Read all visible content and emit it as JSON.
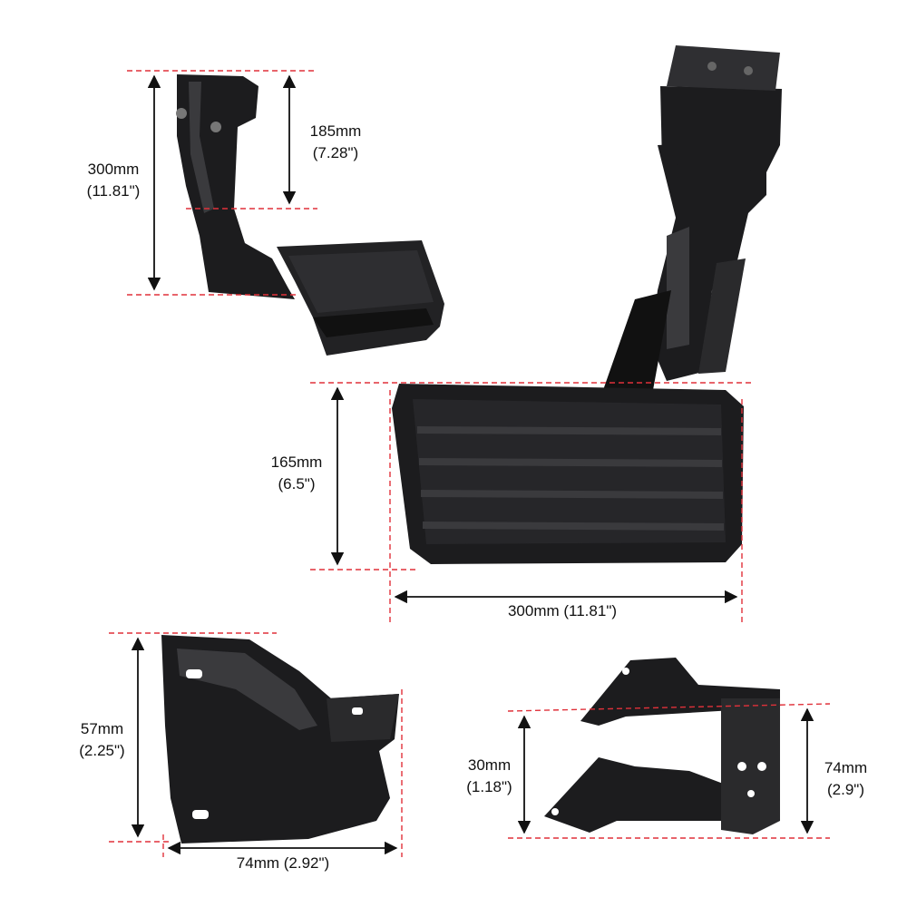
{
  "colors": {
    "guide_line": "#e0313a",
    "dimension_arrow": "#111111",
    "product": "#1c1c1e",
    "product_highlight": "#3a3a3d",
    "background": "#ffffff"
  },
  "dimensions": {
    "assembly_height": {
      "mm": "300mm",
      "in": "(11.81\")"
    },
    "bracket_height": {
      "mm": "185mm",
      "in": "(7.28\")"
    },
    "step_depth": {
      "mm": "165mm",
      "in": "(6.5\")"
    },
    "step_width": {
      "label": "300mm  (11.81\")"
    },
    "mount_a_height": {
      "mm": "57mm",
      "in": "(2.25\")"
    },
    "mount_a_width": {
      "label": "74mm (2.92\")"
    },
    "mount_b_inner": {
      "mm": "30mm",
      "in": "(1.18\")"
    },
    "mount_b_height": {
      "mm": "74mm",
      "in": "(2.9\")"
    }
  }
}
